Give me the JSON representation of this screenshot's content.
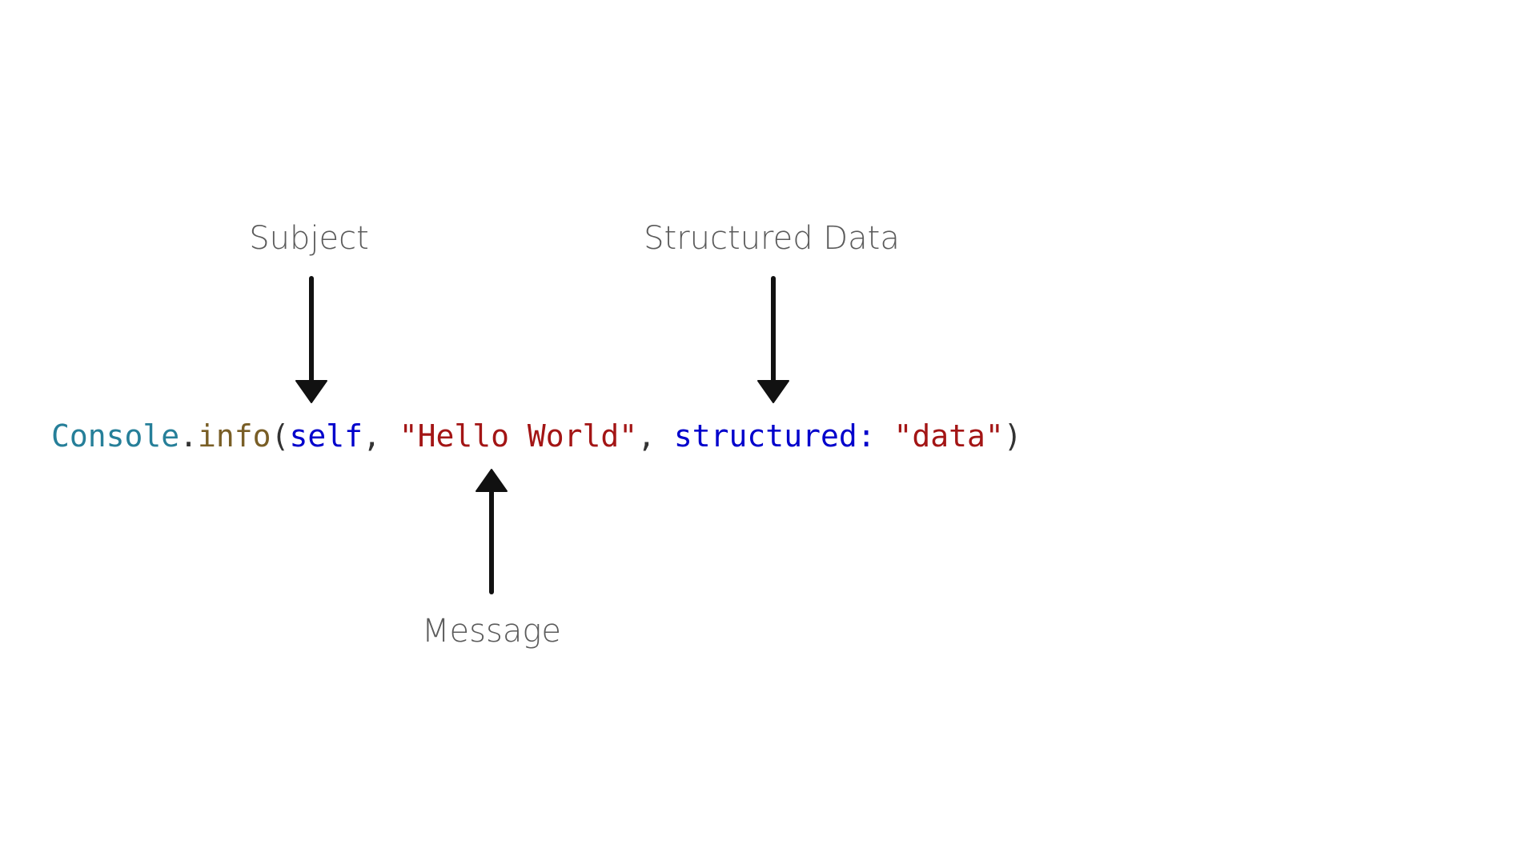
{
  "labels": {
    "subject": "Subject",
    "structured_data": "Structured Data",
    "message": "Message"
  },
  "code": {
    "class_name": "Console",
    "dot": ".",
    "method": "info",
    "open_paren": "(",
    "arg_self": "self",
    "comma_1": ", ",
    "message_string": "\"Hello World\"",
    "comma_2": ", ",
    "keyword": "structured:",
    "space": " ",
    "keyword_value": "\"data\"",
    "close_paren": ")"
  },
  "colors": {
    "class": "#267f99",
    "punctuation": "#333333",
    "function": "#795e26",
    "keyword": "#0000cc",
    "string": "#a31515",
    "arrow": "#111111",
    "label": "#5b5b5b",
    "background": "#ffffff"
  },
  "icons": {
    "subject_arrow": "arrow-down-icon",
    "structured_data_arrow": "arrow-down-icon",
    "message_arrow": "arrow-up-icon"
  }
}
